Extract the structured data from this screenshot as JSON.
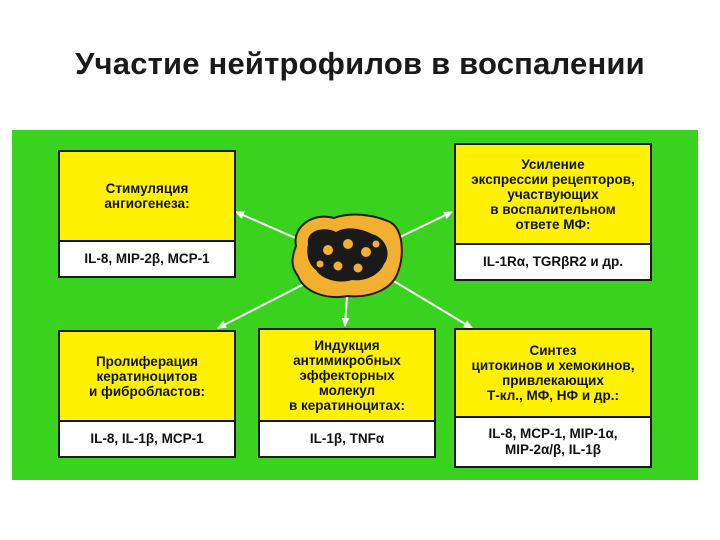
{
  "slide": {
    "title": "Участие нейтрофилов в воспалении"
  },
  "colors": {
    "panel": "#39d21f",
    "box_header": "#fff200",
    "cell": "#f2b030",
    "granule": "#1a1a1a"
  },
  "icons": {
    "center": "neutrophil-cell-icon"
  },
  "boxes": {
    "top_left": {
      "heading": "Стимуляция\nангиогенеза:",
      "mediators": "IL-8, MIP-2β, MCP-1"
    },
    "top_right": {
      "heading": "Усиление\nэкспрессии рецепторов,\nучаствующих\nв воспалительном\nответе МФ:",
      "mediators": "IL-1Rα, TGRβR2 и др."
    },
    "bottom_left": {
      "heading": "Пролиферация\nкератиноцитов\nи фибробластов:",
      "mediators": "IL-8, IL-1β, MCP-1"
    },
    "bottom_center": {
      "heading": "Индукция\nантимикробных\nэффекторных\nмолекул\nв кератиноцитах:",
      "mediators": "IL-1β, TNFα"
    },
    "bottom_right": {
      "heading": "Синтез\nцитокинов и хемокинов,\nпривлекающих\nТ-кл., МФ, НФ и др.:",
      "mediators": "IL-8, MCP-1, MIP-1α,\nMIP-2α/β, IL-1β"
    }
  }
}
